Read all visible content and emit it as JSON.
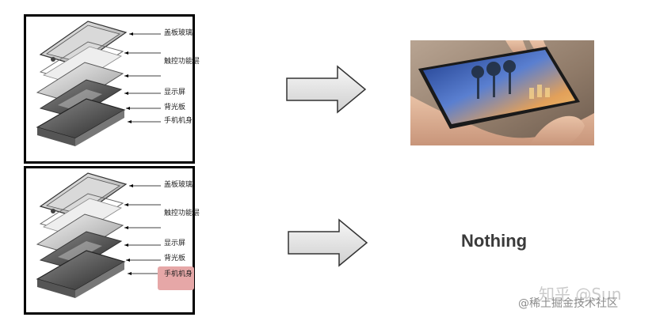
{
  "labels_top": [
    "盖板玻璃",
    "触控功能层",
    "显示屏",
    "背光板",
    "手机机身"
  ],
  "labels_bottom": [
    "盖板玻璃",
    "触控功能层",
    "显示屏",
    "背光板",
    "手机机身"
  ],
  "highlighted_layer": "手机机身",
  "highlight_color": "#e6a7a7",
  "result_bottom": "Nothing",
  "watermark_line1": "知乎 @Sun",
  "watermark_line2": "@稀土掘金技术社区",
  "icons": {
    "arrow": "right-block-arrow",
    "photo": "phone-in-hand-photo"
  }
}
